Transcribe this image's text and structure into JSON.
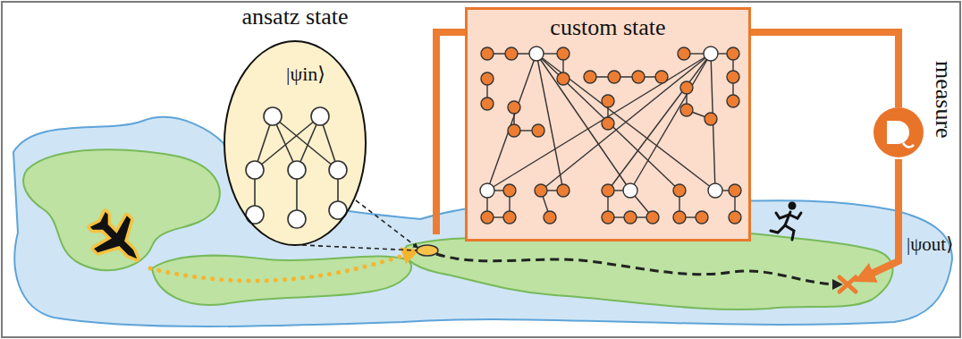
{
  "diagram": {
    "nodes": [
      {
        "text": [
          "ansatz state",
          "|ψin⟩"
        ]
      },
      {
        "text": [
          "custom state"
        ]
      },
      {
        "text": [
          "measure"
        ]
      }
    ],
    "edges": [
      {
        "from": 1,
        "to": 2,
        "arrow": "none"
      }
    ],
    "labels": [
      "|ψout⟩"
    ]
  }
}
